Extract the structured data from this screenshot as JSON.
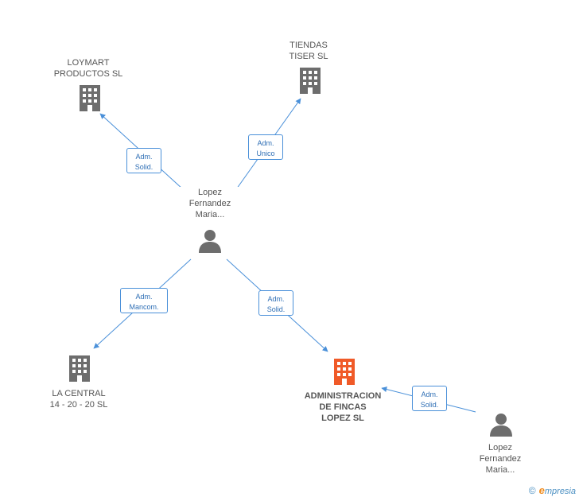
{
  "nodes": {
    "loymart": {
      "line1": "LOYMART",
      "line2": "PRODUCTOS SL"
    },
    "tiendas": {
      "line1": "TIENDAS",
      "line2": "TISER SL"
    },
    "person_main": {
      "line1": "Lopez",
      "line2": "Fernandez",
      "line3": "Maria..."
    },
    "la_central": {
      "line1": "LA CENTRAL",
      "line2": "14 -  20 - 20 SL"
    },
    "administracion": {
      "line1": "ADMINISTRACION",
      "line2": "DE FINCAS",
      "line3": "LOPEZ SL"
    },
    "person_right": {
      "line1": "Lopez",
      "line2": "Fernandez",
      "line3": "Maria..."
    }
  },
  "edges": {
    "to_loymart": {
      "line1": "Adm.",
      "line2": "Solid."
    },
    "to_tiendas": {
      "line1": "Adm.",
      "line2": "Unico"
    },
    "to_la_central": {
      "line1": "Adm.",
      "line2": "Mancom."
    },
    "to_administracion": {
      "line1": "Adm.",
      "line2": "Solid."
    },
    "right_to_administracion": {
      "line1": "Adm.",
      "line2": "Solid."
    }
  },
  "colors": {
    "company": "#6d6d6d",
    "highlight": "#f05a28",
    "person": "#6d6d6d",
    "edge": "#4a90d9"
  },
  "footer": {
    "copyright": "©",
    "brand_e": "e",
    "brand_rest": "mpresia"
  }
}
